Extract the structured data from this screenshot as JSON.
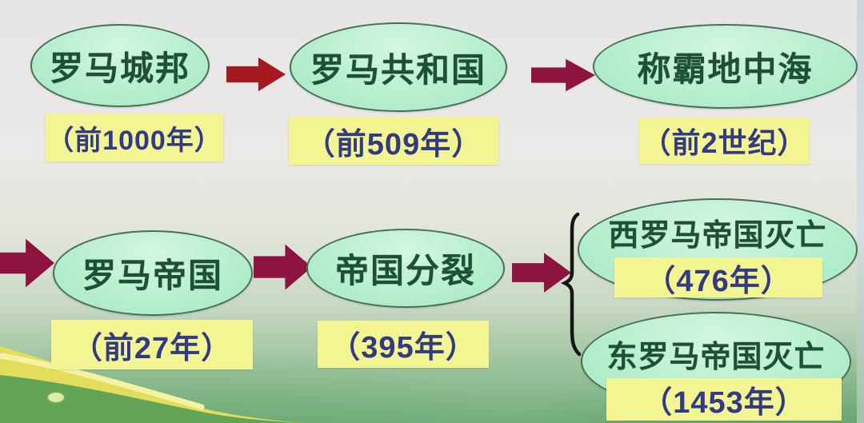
{
  "diagram": {
    "nodes": [
      {
        "label": "罗马城邦",
        "date": "（前1000年）"
      },
      {
        "label": "罗马共和国",
        "date": "（前509年）"
      },
      {
        "label": "称霸地中海",
        "date": "（前2世纪）"
      },
      {
        "label": "罗马帝国",
        "date": "（前27年）"
      },
      {
        "label": "帝国分裂",
        "date": "（395年）"
      },
      {
        "label": "西罗马帝国灭亡",
        "date": "（476年）"
      },
      {
        "label": "东罗马帝国灭亡",
        "date": "（1453年）"
      }
    ],
    "icons": {
      "arrow": "right-block-arrow-icon",
      "brace": "split-brace"
    },
    "colors": {
      "ellipse_fill": "#b0ecca",
      "ellipse_fill_light": "#d3f6e2",
      "ellipse_border": "#47705c",
      "ellipse_text": "#1e4f38",
      "date_bg": "#f3f592",
      "date_text": "#323a84",
      "arrow_red": "#a6191e",
      "arrow_maroon": "#8d1340",
      "brace": "#161616"
    }
  }
}
